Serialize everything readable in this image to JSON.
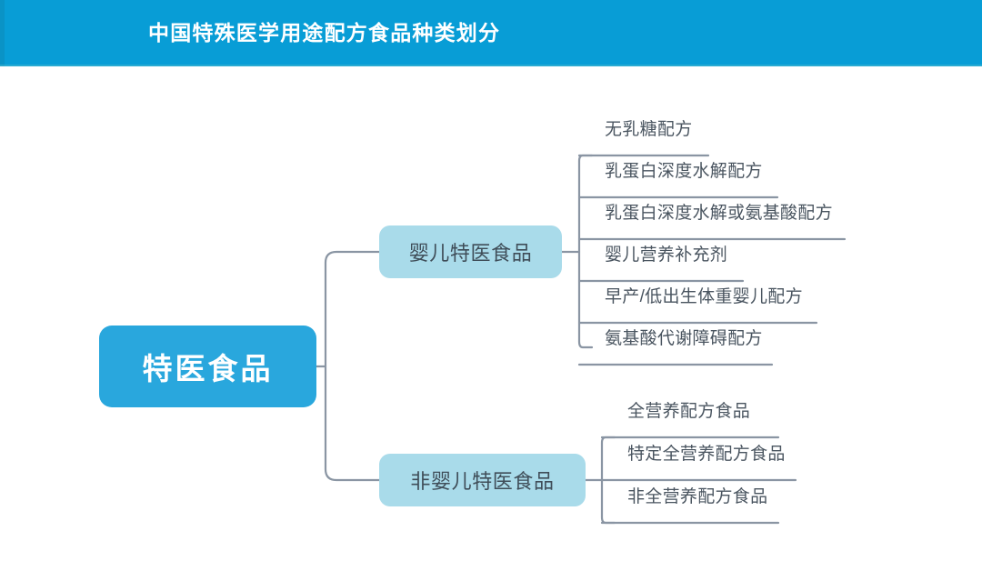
{
  "banner": {
    "title": "中国特殊医学用途配方食品种类划分",
    "background_color": "#089dd6",
    "text_color": "#ffffff"
  },
  "colors": {
    "banner_blue": "#089dd6",
    "root_node_blue": "#29a7dd",
    "branch_node_blue": "#a9dbea",
    "connector_gray": "#8a95a3",
    "leaf_text": "#4a5560",
    "branch_text": "#3f4d58",
    "page_background": "#ffffff"
  },
  "diagram": {
    "type": "mind-map",
    "orientation": "left-to-right",
    "root": {
      "label": "特医食品"
    },
    "branches": [
      {
        "label": "婴儿特医食品",
        "leaves": [
          {
            "label": "无乳糖配方"
          },
          {
            "label": "乳蛋白深度水解配方"
          },
          {
            "label": "乳蛋白深度水解或氨基酸配方"
          },
          {
            "label": "婴儿营养补充剂"
          },
          {
            "label": "早产/低出生体重婴儿配方"
          },
          {
            "label": "氨基酸代谢障碍配方"
          }
        ]
      },
      {
        "label": "非婴儿特医食品",
        "leaves": [
          {
            "label": "全营养配方食品"
          },
          {
            "label": "特定全营养配方食品"
          },
          {
            "label": "非全营养配方食品"
          }
        ]
      }
    ]
  }
}
